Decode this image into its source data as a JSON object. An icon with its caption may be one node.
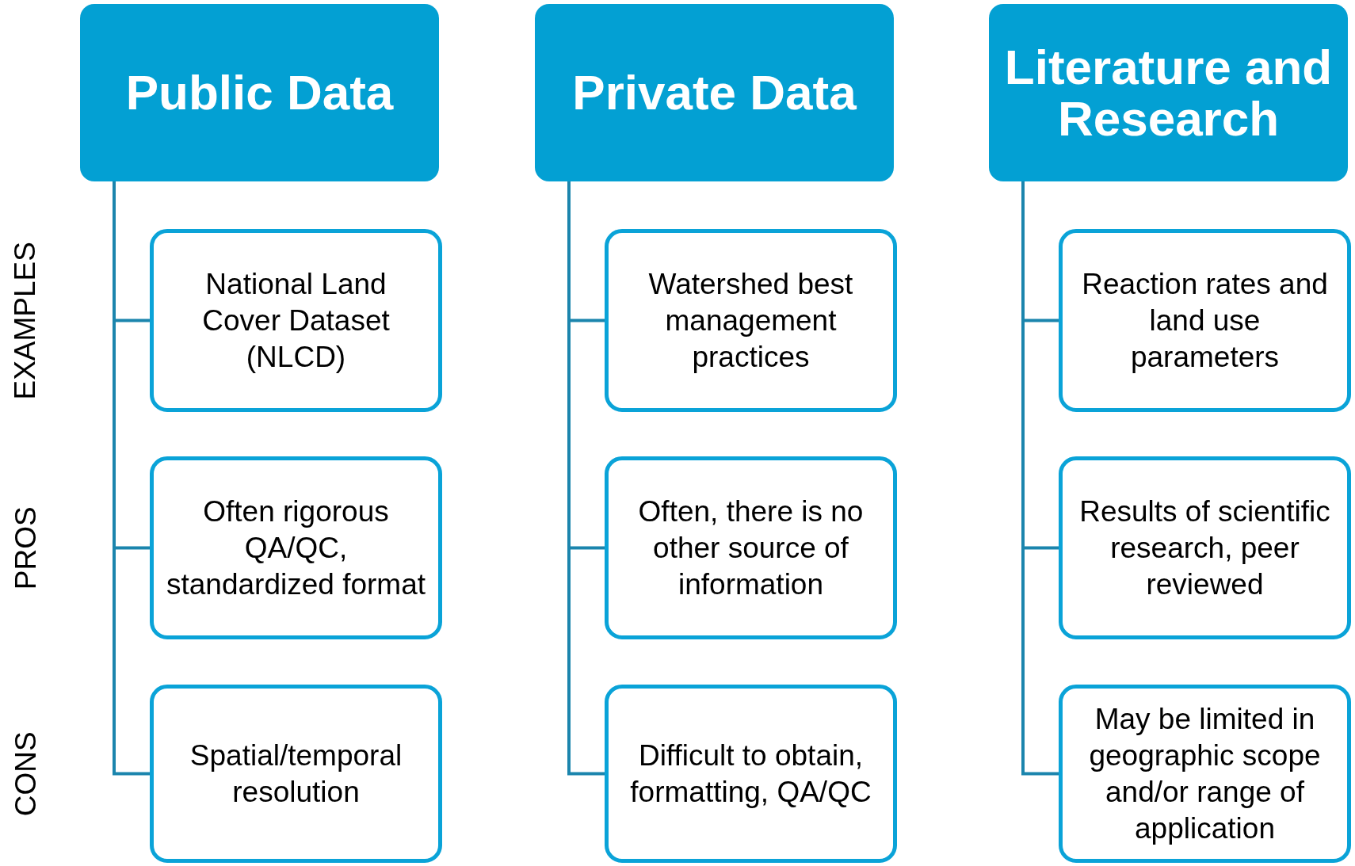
{
  "diagram": {
    "nodes": [
      {
        "text": [
          "Public Data"
        ]
      },
      {
        "text": [
          "National Land Cover Dataset (NLCD)"
        ]
      },
      {
        "text": [
          "Often rigorous QA/QC, standardized format"
        ]
      },
      {
        "text": [
          "Spatial/temporal resolution"
        ]
      },
      {
        "text": [
          "Private Data"
        ]
      },
      {
        "text": [
          "Watershed best management practices"
        ]
      },
      {
        "text": [
          "Often, there is no other source of information"
        ]
      },
      {
        "text": [
          "Difficult to obtain, formatting, QA/QC"
        ]
      },
      {
        "text": [
          "Literature and Research"
        ]
      },
      {
        "text": [
          "Reaction rates and land use parameters"
        ]
      },
      {
        "text": [
          "Results of scientific research, peer reviewed"
        ]
      },
      {
        "text": [
          "May be limited in geographic scope and/or range of application"
        ]
      }
    ],
    "edges": [
      {
        "from": 0,
        "to": 1,
        "arrow": "none"
      },
      {
        "from": 0,
        "to": 2,
        "arrow": "none"
      },
      {
        "from": 0,
        "to": 3,
        "arrow": "none"
      },
      {
        "from": 4,
        "to": 5,
        "arrow": "none"
      },
      {
        "from": 4,
        "to": 6,
        "arrow": "none"
      },
      {
        "from": 4,
        "to": 7,
        "arrow": "none"
      },
      {
        "from": 8,
        "to": 9,
        "arrow": "none"
      },
      {
        "from": 8,
        "to": 10,
        "arrow": "none"
      },
      {
        "from": 8,
        "to": 11,
        "arrow": "none"
      }
    ],
    "labels": [
      "EXAMPLES",
      "PROS",
      "CONS"
    ]
  }
}
